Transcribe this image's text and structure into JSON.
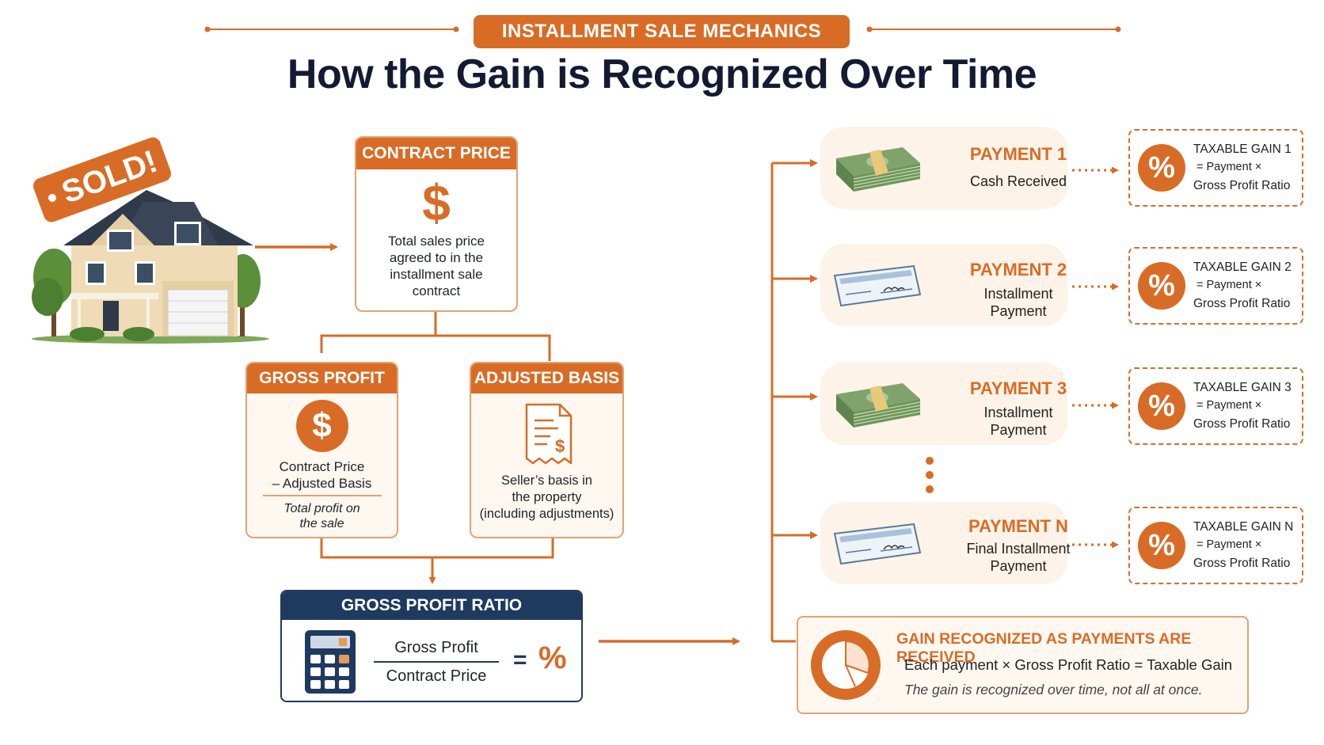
{
  "header": {
    "badge": "INSTALLMENT SALE MECHANICS",
    "title": "How the Gain is Recognized Over Time"
  },
  "sold_tag": "SOLD!",
  "contract_price": {
    "title": "CONTRACT PRICE",
    "symbol": "$",
    "lines": [
      "Total sales price",
      "agreed to in the",
      "installment sale",
      "contract"
    ]
  },
  "gross_profit": {
    "title": "GROSS PROFIT",
    "symbol": "$",
    "line1": "Contract Price",
    "line2": "– Adjusted Basis",
    "note1": "Total profit on",
    "note2": "the sale"
  },
  "adjusted_basis": {
    "title": "ADJUSTED BASIS",
    "lines": [
      "Seller’s basis in",
      "the property",
      "(including adjustments)"
    ]
  },
  "gross_profit_ratio": {
    "title": "GROSS PROFIT RATIO",
    "numerator": "Gross Profit",
    "denominator": "Contract Price",
    "equals": "=",
    "result": "%"
  },
  "payments": [
    {
      "title": "PAYMENT 1",
      "lines": [
        "Cash Received"
      ],
      "icon": "cash-stack"
    },
    {
      "title": "PAYMENT 2",
      "lines": [
        "Installment",
        "Payment"
      ],
      "icon": "check"
    },
    {
      "title": "PAYMENT 3",
      "lines": [
        "Installment",
        "Payment"
      ],
      "icon": "cash-stack"
    },
    {
      "title": "PAYMENT N",
      "lines": [
        "Final Installment",
        "Payment"
      ],
      "icon": "check"
    }
  ],
  "taxable_gains": [
    {
      "line1": "TAXABLE GAIN 1",
      "line2": "= Payment ×",
      "line3": "Gross Profit Ratio"
    },
    {
      "line1": "TAXABLE GAIN 2",
      "line2": "= Payment ×",
      "line3": "Gross Profit Ratio"
    },
    {
      "line1": "TAXABLE GAIN 3",
      "line2": "= Payment ×",
      "line3": "Gross Profit Ratio"
    },
    {
      "line1": "TAXABLE GAIN N",
      "line2": "= Payment ×",
      "line3": "Gross Profit Ratio"
    }
  ],
  "percent_symbol": "%",
  "recognition": {
    "title": "GAIN RECOGNIZED AS PAYMENTS ARE RECEIVED",
    "equation": "Each payment × Gross Profit Ratio = Taxable Gain",
    "note": "The gain is recognized over time, not all at once."
  },
  "colors": {
    "accent": "#d86c26",
    "navy": "#1e3a5f",
    "title": "#131b33"
  }
}
